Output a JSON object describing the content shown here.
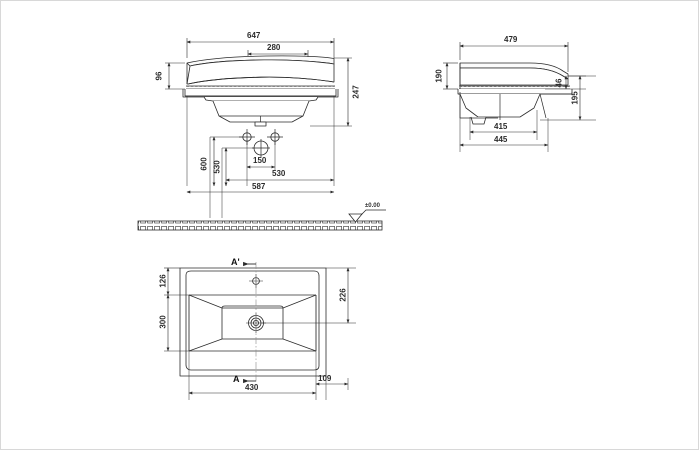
{
  "drawing": {
    "title": "Washbasin technical drawing",
    "units": "mm",
    "line_color": "#2b2b2b",
    "dim_color": "#2b2b2b",
    "hatch_color": "#555555",
    "background": "#ffffff",
    "border_color": "#d8d8d8"
  },
  "views": {
    "front": {
      "name": "front-elevation",
      "dimensions": {
        "overall_width": "647",
        "tap_spacing": "280",
        "rim_height": "96",
        "total_depth": "247",
        "mount_height": "600",
        "hole_height": "530",
        "hole_spacing": "150",
        "inner_width": "530",
        "outer_width": "587"
      }
    },
    "side": {
      "name": "side-elevation",
      "dimensions": {
        "overall_depth": "479",
        "height": "190",
        "rim_thickness": "46",
        "lower_height": "195",
        "inner_depth": "415",
        "outer_depth": "445"
      }
    },
    "plan": {
      "name": "plan-view",
      "dimensions": {
        "front_offset": "126",
        "right_offset": "226",
        "bowl_depth": "300",
        "bowl_width": "430",
        "edge_offset": "109"
      },
      "section_marks": {
        "top": "A'",
        "bottom": "A"
      }
    }
  },
  "level_marker": {
    "label": "±0.00",
    "name": "floor-level-marker"
  }
}
